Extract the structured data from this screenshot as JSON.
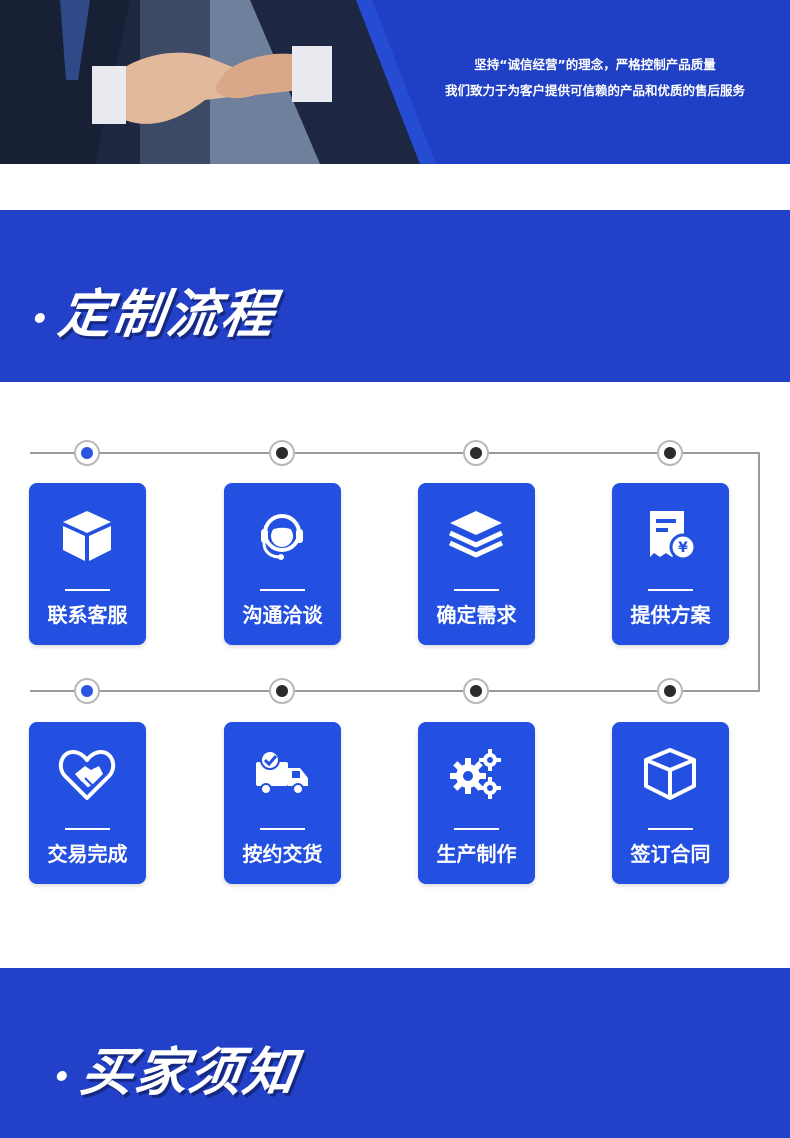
{
  "hero": {
    "line1": "坚持“诚信经营”的理念，严格控制产品质量",
    "line2": "我们致力于为客户提供可信赖的产品和优质的售后服务"
  },
  "sections": {
    "process_title": "定制流程",
    "notice_title": "买家须知"
  },
  "process": {
    "steps": [
      {
        "label": "联系客服",
        "icon": "box-icon"
      },
      {
        "label": "沟通洽谈",
        "icon": "headset-icon"
      },
      {
        "label": "确定需求",
        "icon": "layers-icon"
      },
      {
        "label": "提供方案",
        "icon": "receipt-yen-icon"
      },
      {
        "label": "交易完成",
        "icon": "handshake-heart-icon"
      },
      {
        "label": "按约交货",
        "icon": "delivery-truck-icon"
      },
      {
        "label": "生产制作",
        "icon": "gears-icon"
      },
      {
        "label": "签订合同",
        "icon": "open-box-icon"
      }
    ]
  },
  "colors": {
    "brand_blue": "#2340c8",
    "card_blue": "#2350e0",
    "active_node": "#2c55e0"
  }
}
